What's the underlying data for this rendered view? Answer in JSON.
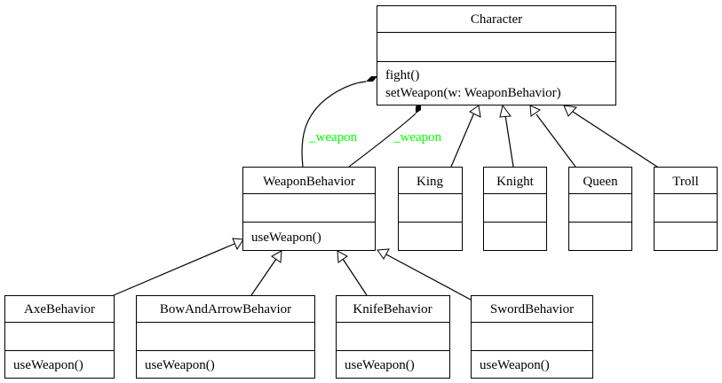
{
  "classes": {
    "character": {
      "name": "Character",
      "operations": [
        "fight()",
        "setWeapon(w: WeaponBehavior)"
      ]
    },
    "weapon_behavior": {
      "name": "WeaponBehavior",
      "operations": [
        "useWeapon()"
      ]
    },
    "king": {
      "name": "King",
      "operations": []
    },
    "knight": {
      "name": "Knight",
      "operations": []
    },
    "queen": {
      "name": "Queen",
      "operations": []
    },
    "troll": {
      "name": "Troll",
      "operations": []
    },
    "axe": {
      "name": "AxeBehavior",
      "operations": [
        "useWeapon()"
      ]
    },
    "bow": {
      "name": "BowAndArrowBehavior",
      "operations": [
        "useWeapon()"
      ]
    },
    "knife": {
      "name": "KnifeBehavior",
      "operations": [
        "useWeapon()"
      ]
    },
    "sword": {
      "name": "SwordBehavior",
      "operations": [
        "useWeapon()"
      ]
    }
  },
  "associations": {
    "left_label": "_weapon",
    "right_label": "_weapon",
    "label_color": "#00ff00"
  },
  "line_color": "#000000"
}
